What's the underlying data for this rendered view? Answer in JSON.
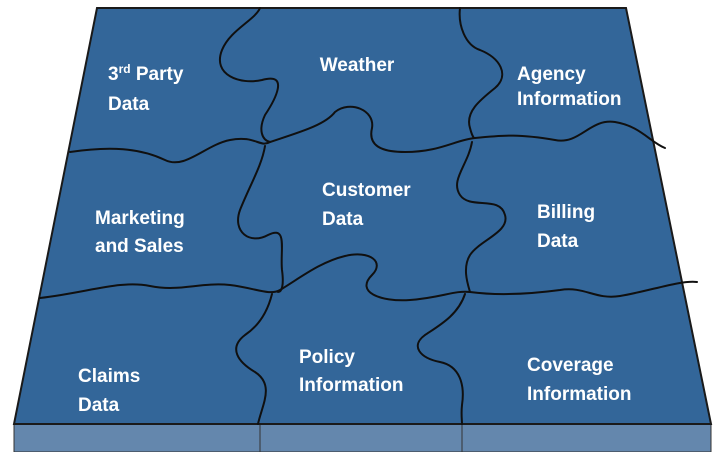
{
  "diagram": {
    "colors": {
      "board": "#336699",
      "board_edge": "#1a1a1a",
      "base": "#6487ad",
      "seam": "#101010",
      "label": "#ffffff"
    },
    "pieces": [
      {
        "id": "third-party",
        "line1_main": "3",
        "line1_sup": "rd",
        "line1_rest": " Party",
        "line2": "Data"
      },
      {
        "id": "weather",
        "line1": "Weather"
      },
      {
        "id": "agency",
        "line1": "Agency",
        "line2": "Information"
      },
      {
        "id": "marketing",
        "line1": "Marketing",
        "line2": "and Sales"
      },
      {
        "id": "customer",
        "line1": "Customer",
        "line2": "Data"
      },
      {
        "id": "billing",
        "line1": "Billing",
        "line2": "Data"
      },
      {
        "id": "claims",
        "line1": "Claims",
        "line2": "Data"
      },
      {
        "id": "policy",
        "line1": "Policy",
        "line2": "Information"
      },
      {
        "id": "coverage",
        "line1": "Coverage",
        "line2": "Information"
      }
    ]
  }
}
